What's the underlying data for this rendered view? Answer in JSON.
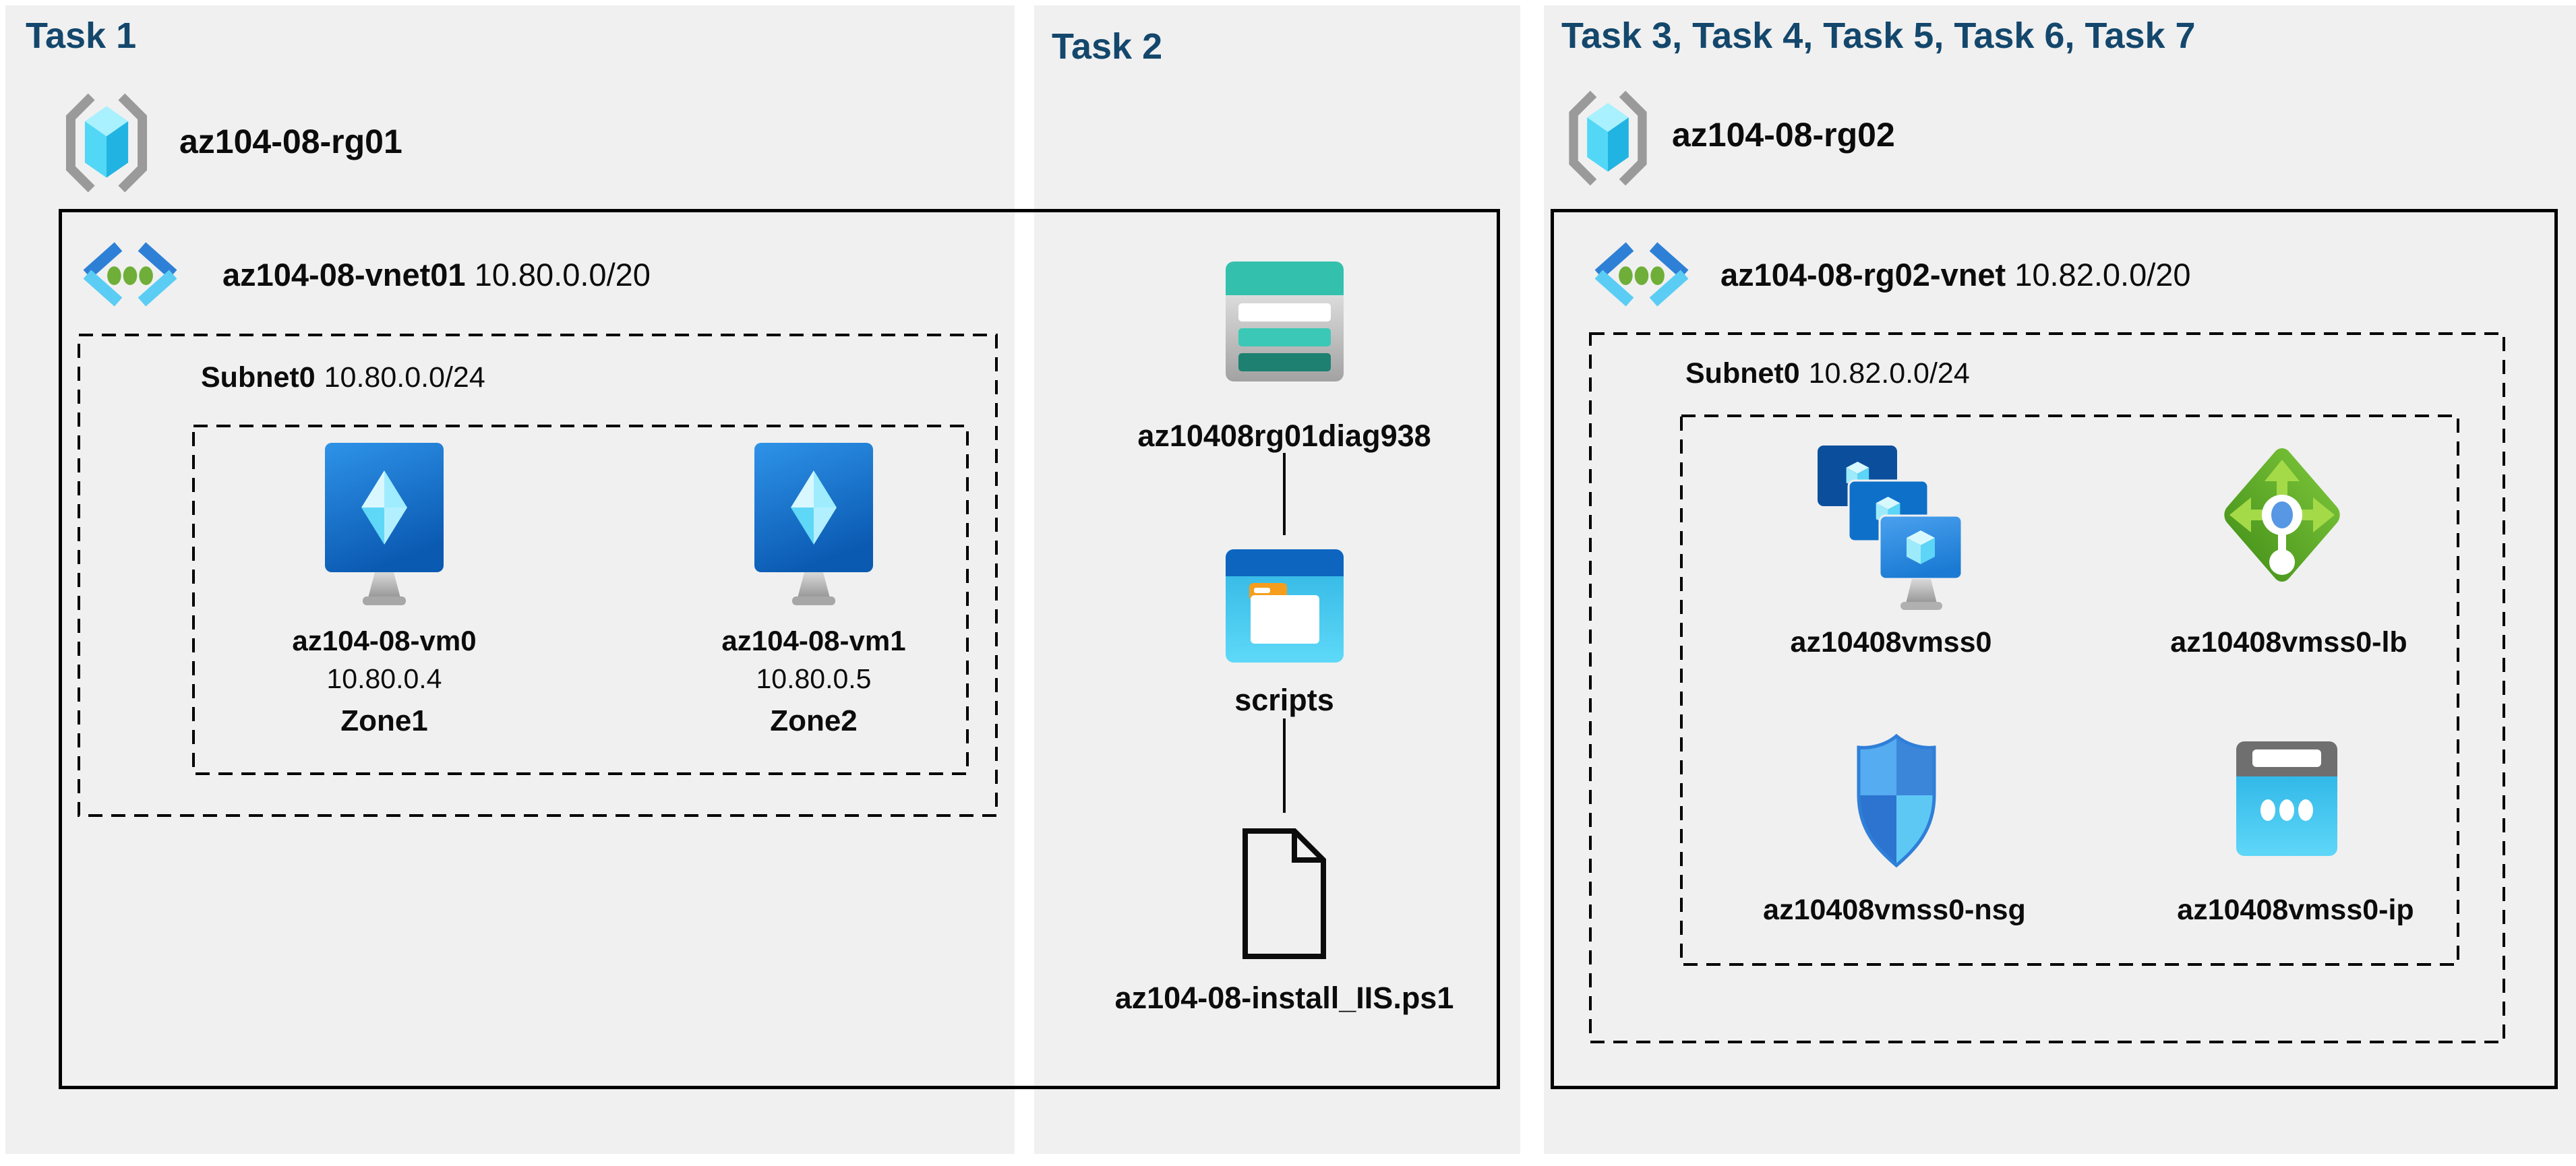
{
  "page": {
    "background": "#ffffff",
    "panel_background": "#f0f0f0",
    "title_color": "#14476c",
    "line_color": "#000000"
  },
  "task1": {
    "title": "Task 1",
    "resource_group": {
      "name": "az104-08-rg01"
    },
    "vnet": {
      "name": "az104-08-vnet01",
      "cidr": "10.80.0.0/20"
    },
    "subnet": {
      "name": "Subnet0",
      "cidr": "10.80.0.0/24"
    },
    "vms": [
      {
        "name": "az104-08-vm0",
        "ip": "10.80.0.4",
        "zone": "Zone1"
      },
      {
        "name": "az104-08-vm1",
        "ip": "10.80.0.5",
        "zone": "Zone2"
      }
    ]
  },
  "task2": {
    "title": "Task 2",
    "storage_account": {
      "name": "az10408rg01diag938"
    },
    "container": {
      "name": "scripts"
    },
    "file": {
      "name": "az104-08-install_IIS.ps1"
    }
  },
  "task3": {
    "title": "Task 3, Task 4, Task 5, Task 6, Task 7",
    "resource_group": {
      "name": "az104-08-rg02"
    },
    "vnet": {
      "name": "az104-08-rg02-vnet",
      "cidr": "10.82.0.0/20"
    },
    "subnet": {
      "name": "Subnet0",
      "cidr": "10.82.0.0/24"
    },
    "vmss": {
      "name": "az10408vmss0"
    },
    "load_balancer": {
      "name": "az10408vmss0-lb"
    },
    "nsg": {
      "name": "az10408vmss0-nsg"
    },
    "public_ip": {
      "name": "az10408vmss0-ip"
    }
  },
  "icons": {
    "resource_group": "resource-group-icon",
    "virtual_network": "virtual-network-icon",
    "virtual_machine": "virtual-machine-icon",
    "storage_account": "storage-account-icon",
    "blob_container": "folder-icon",
    "script_file": "file-icon",
    "vm_scale_set": "vm-scale-set-icon",
    "load_balancer": "load-balancer-icon",
    "network_security_group": "network-security-group-icon",
    "public_ip": "public-ip-icon"
  },
  "icon_colors": {
    "rg_bracket": "#9a9a9a",
    "cyan_light": "#a9f1ff",
    "cyan_mid": "#53d7f6",
    "cyan_dark": "#21b4e2",
    "vnet_chevron_top": "#2e80d6",
    "vnet_chevron_bottom": "#5bcdf4",
    "vnet_dot_green": "#6fae38",
    "vm_screen": "#0b5ab2",
    "storage_teal": "#33c1ae",
    "storage_teal_dark": "#1e8071",
    "folder_header": "#0d65c0",
    "folder_tab_orange": "#f59d1d",
    "lb_green": "#6eb832",
    "lb_arrow_green": "#a4da48",
    "nsg_blue": "#3c86da",
    "ip_gray": "#6f6f6f",
    "ip_cyan": "#28b2e5"
  }
}
